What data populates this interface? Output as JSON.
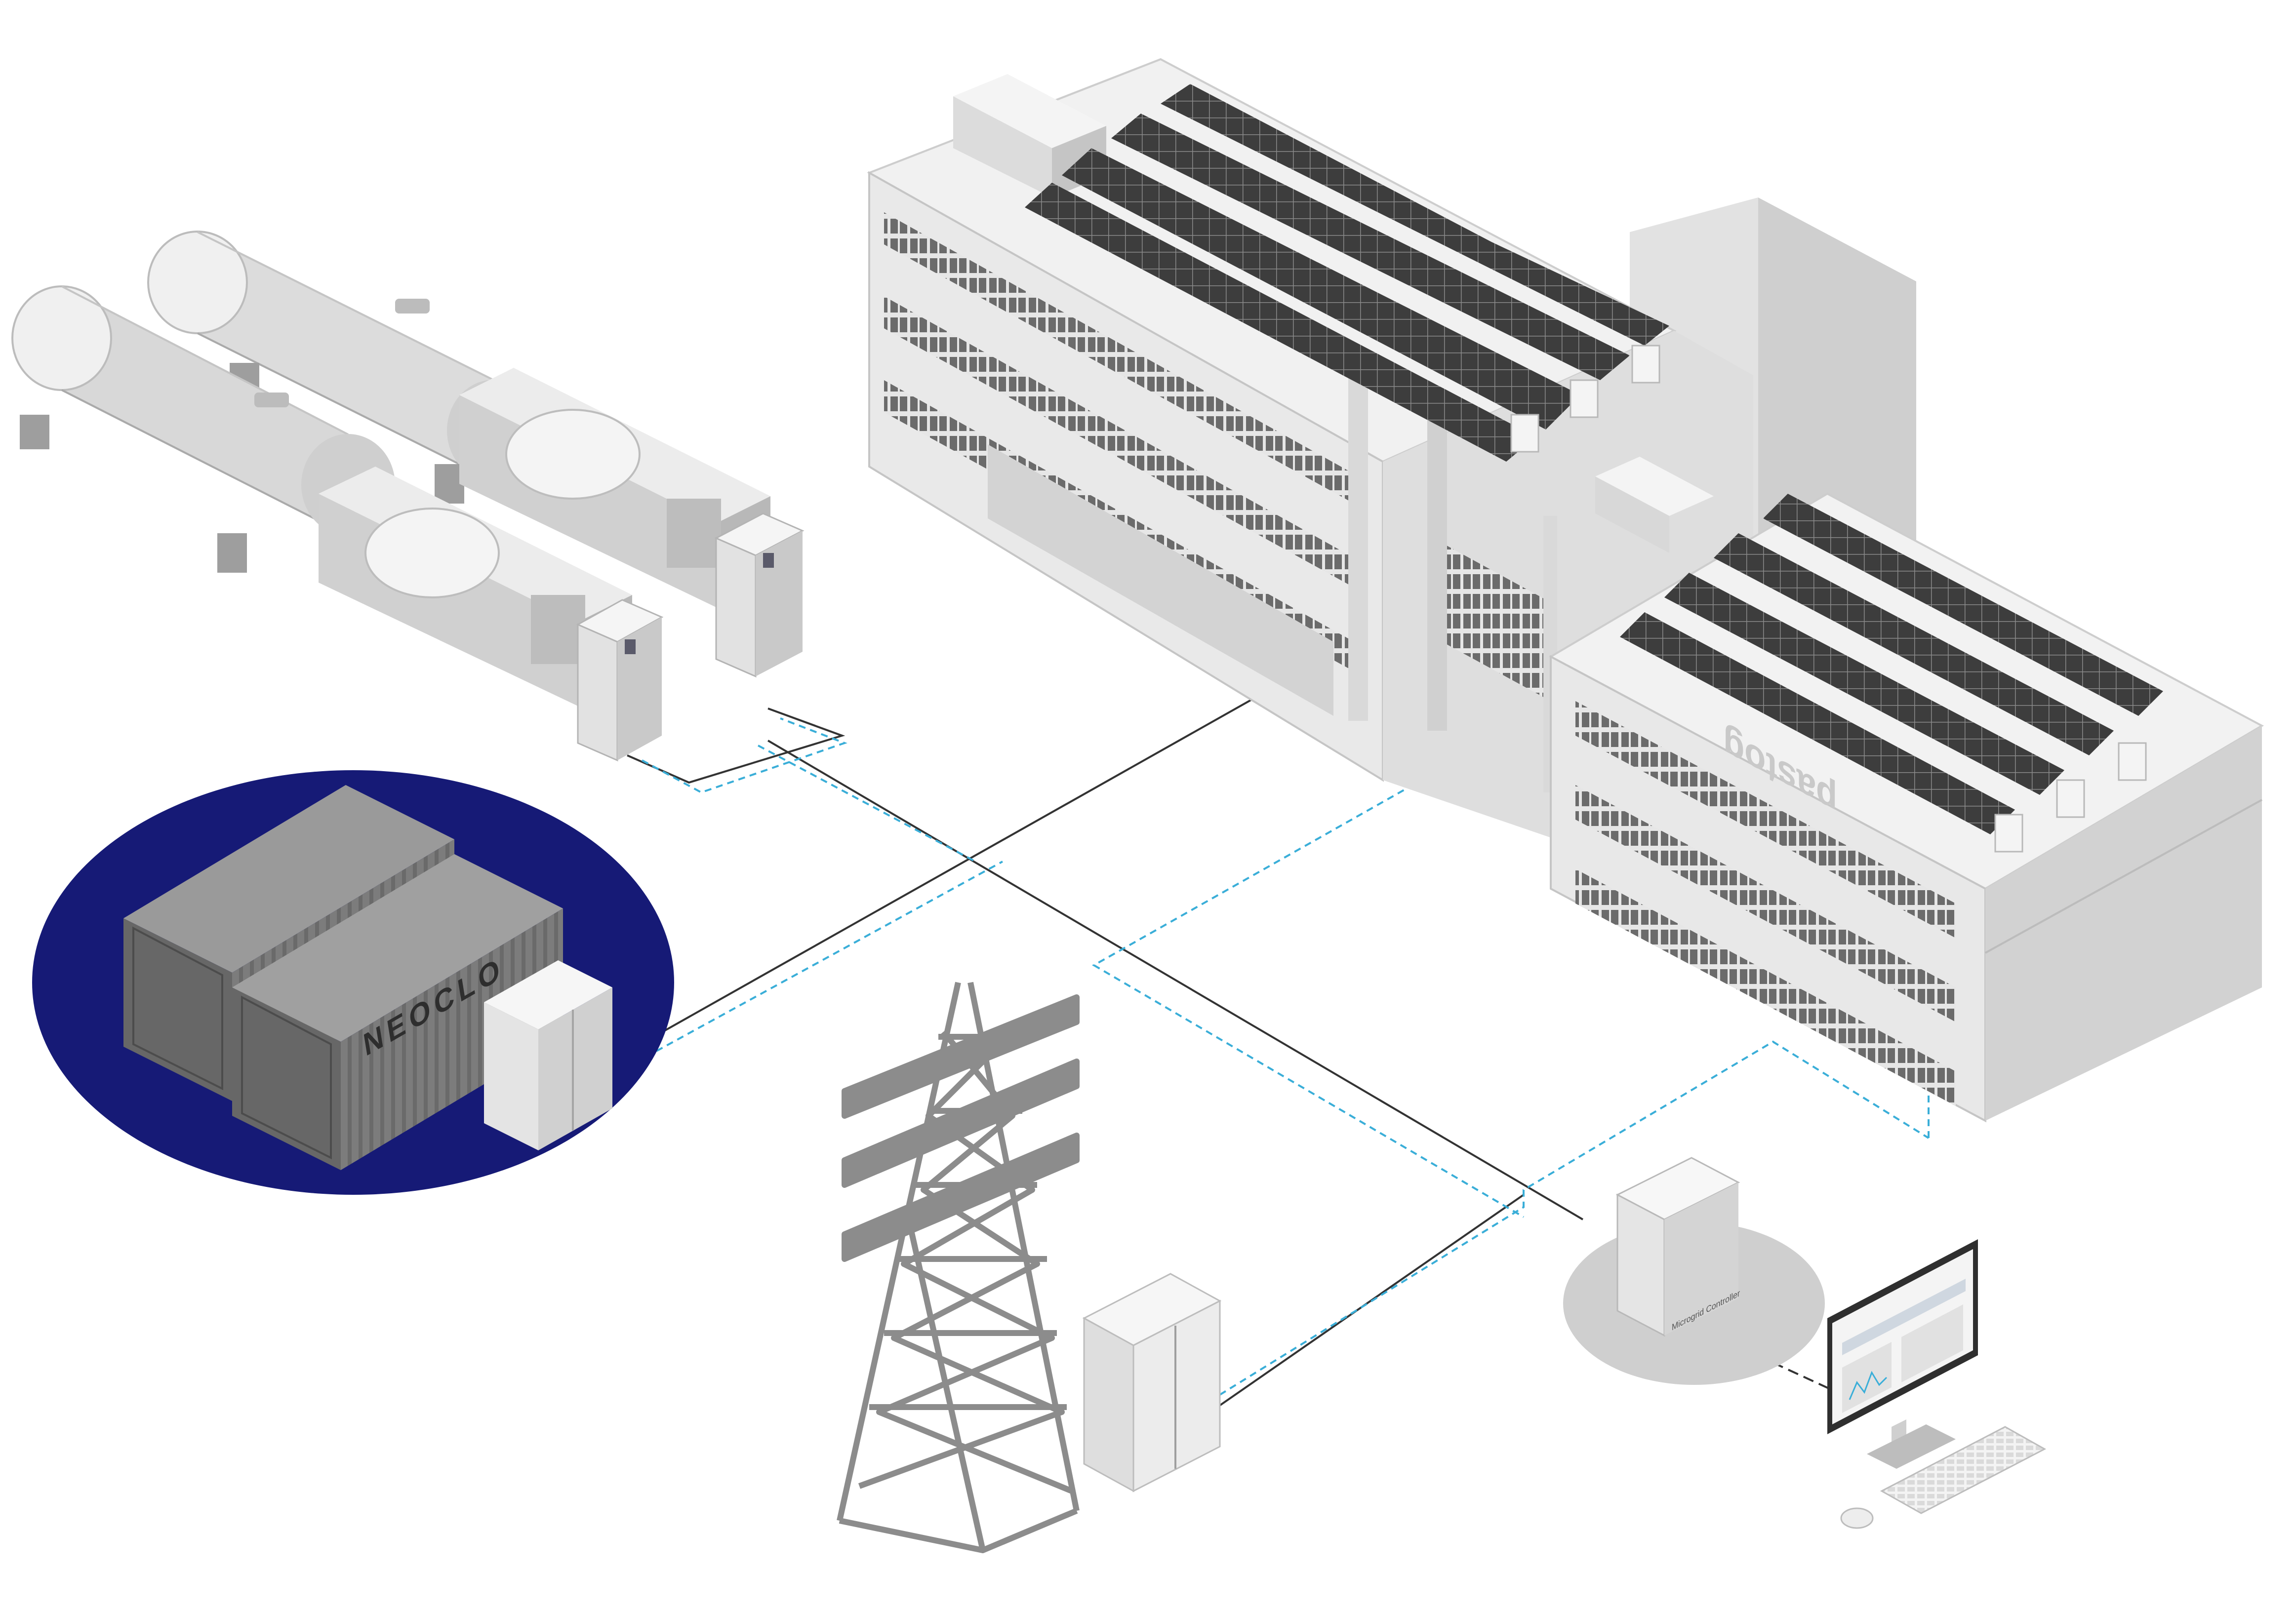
{
  "scene": {
    "container_brand": "NEOCLO",
    "building_sign": "pastog",
    "controller_label": "Microgrid Controller"
  },
  "colors": {
    "background": "#ffffff",
    "storage_zone": "#161a76",
    "container_body": "#7a7a7a",
    "equipment_light": "#eeeeee",
    "equipment_mid": "#d6d6d6",
    "equipment_dark": "#b5b5b5",
    "solar_panel": "#4a4a4a",
    "power_line": "#333333",
    "comm_line": "#3aaed8",
    "tower_gray": "#8c8c8c",
    "controller_pad": "#cfcfcf"
  },
  "icons": {
    "lng_tanks": "lng-tank-icon",
    "gensets": "gas-genset-icon",
    "inverter_cabinets": "inverter-cabinet-icon",
    "storage_containers": "battery-container-icon",
    "pcs_cabinet": "pcs-cabinet-icon",
    "factory": "factory-building-icon",
    "solar": "solar-panel-icon",
    "grid_tower": "transmission-tower-icon",
    "grid_cabinet": "grid-cabinet-icon",
    "controller": "microgrid-controller-icon",
    "monitor": "monitor-icon",
    "keyboard": "keyboard-icon",
    "mouse": "mouse-icon"
  }
}
